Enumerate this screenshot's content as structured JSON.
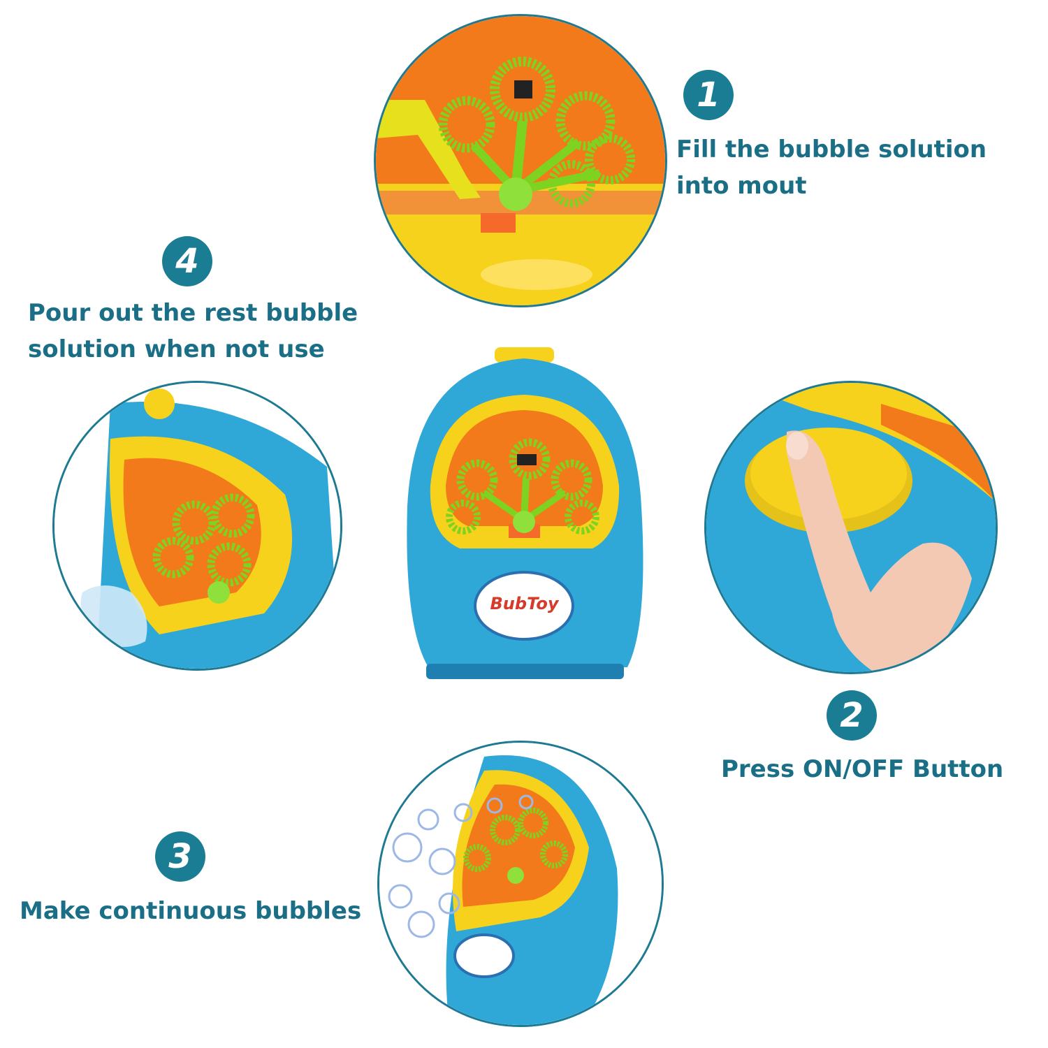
{
  "steps": [
    {
      "number": "1",
      "line1": "Fill the bubble solution",
      "line2": "into mout"
    },
    {
      "number": "2",
      "line1": "Press ON/OFF Button"
    },
    {
      "number": "3",
      "line1": "Make continuous bubbles"
    },
    {
      "number": "4",
      "line1": "Pour out the rest bubble",
      "line2": "solution when not use"
    }
  ],
  "product": {
    "logo": "BubToy"
  },
  "colors": {
    "accent": "#1a7d94",
    "body_blue": "#2fa8d8",
    "yellow": "#f7d21c",
    "orange": "#f27a1a",
    "green": "#7ed321"
  }
}
